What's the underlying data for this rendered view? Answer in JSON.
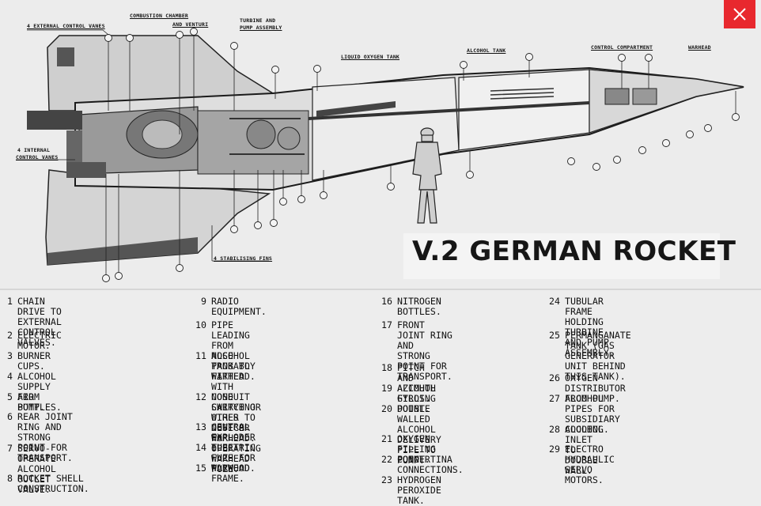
{
  "title": "V.2 GERMAN ROCKET",
  "close_icon": "close-icon",
  "accent_color": "#e8282e",
  "diagram_labels": {
    "external_vanes": "4 EXTERNAL CONTROL VANES",
    "combustion_line1": "COMBUSTION CHAMBER",
    "combustion_line2": "AND VENTURI",
    "turbine_line1": "TURBINE AND",
    "turbine_line2": "PUMP ASSEMBLY",
    "liquid_oxygen": "LIQUID OXYGEN TANK",
    "alcohol_tank": "ALCOHOL TANK",
    "control_compartment": "CONTROL COMPARTMENT",
    "warhead": "WARHEAD",
    "internal_line1": "4 INTERNAL",
    "internal_line2": "CONTROL VANES",
    "stabilising_fins": "4 STABILISING FINS"
  },
  "legend_columns": [
    [
      {
        "n": "1",
        "text": "CHAIN DRIVE TO EXTERNAL\nCONTROL VALVES."
      },
      {
        "n": "2",
        "text": "ELECTRIC MOTOR."
      },
      {
        "n": "3",
        "text": "BURNER CUPS."
      },
      {
        "n": "4",
        "text": "ALCOHOL SUPPLY FROM PUMP."
      },
      {
        "n": "5",
        "text": "AIR BOTTLES."
      },
      {
        "n": "6",
        "text": "REAR JOINT RING AND STRONG\nPOINT FOR TRANSPORT."
      },
      {
        "n": "7",
        "text": "SERVO-OPERATE ALCOHOL OUTLET\nVALVE."
      },
      {
        "n": "8",
        "text": "ROCKET SHELL CONSTRUCTION."
      }
    ],
    [
      {
        "n": "9",
        "text": "RADIO EQUIPMENT."
      },
      {
        "n": "10",
        "text": "PIPE LEADING FROM ALCOHOL\nTANK TO WARHEAD."
      },
      {
        "n": "11",
        "text": "NOSE PROBABLY FITTED WITH\nNOSE SWITCH OR OTHER DEVICE\nFOR OPERATING WARHEAD FUZE."
      },
      {
        "n": "12",
        "text": "CONDUIT CARRYING WIRES TO\nNOSE OR WARHEAD."
      },
      {
        "n": "13",
        "text": "CENTRAL EXPLODER TUBE."
      },
      {
        "n": "14",
        "text": "ELECTRIC FUZE FOR WARHEAD."
      },
      {
        "n": "15",
        "text": "PLYWOOD FRAME."
      }
    ],
    [
      {
        "n": "16",
        "text": "NITROGEN BOTTLES."
      },
      {
        "n": "17",
        "text": "FRONT JOINT RING AND\nSTRONG POINT FOR\nTRANSPORT."
      },
      {
        "n": "18",
        "text": "PITCH AND AZIMUTH GYROS."
      },
      {
        "n": "19",
        "text": "ALCOHOL FILLING POINT."
      },
      {
        "n": "20",
        "text": "DOUBLE WALLED ALCOHOL\nDELIVERY PIPE TO PUMP."
      },
      {
        "n": "21",
        "text": "OXYGEN FILLING POINT."
      },
      {
        "n": "22",
        "text": "CONCERTINA CONNECTIONS."
      },
      {
        "n": "23",
        "text": "HYDROGEN PEROXIDE TANK."
      }
    ],
    [
      {
        "n": "24",
        "text": "TUBULAR FRAME HOLDING\nTURBINE AND PUMP ASSEMBLY."
      },
      {
        "n": "25",
        "text": "PERMANGANATE TANK (GAS\nGENERATOR UNIT BEHIND\nTHIS TANK)."
      },
      {
        "n": "26",
        "text": "OXYGEN DISTRIBUTOR FROM PUMP."
      },
      {
        "n": "27",
        "text": "ALCOHOL PIPES FOR SUBSIDIARY\nCOOLING."
      },
      {
        "n": "28",
        "text": "ALCOHOL INLET TO DOUBLE WALL."
      },
      {
        "n": "29",
        "text": "ELECTRO HYDRAULIC SERVO\nMOTORS."
      }
    ]
  ]
}
